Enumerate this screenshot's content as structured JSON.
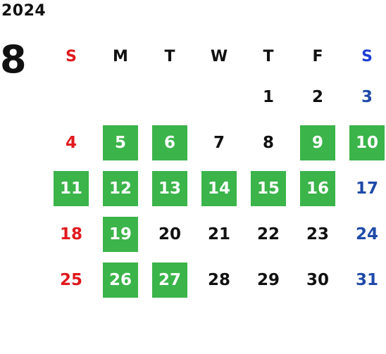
{
  "header": {
    "year": "2024",
    "month": "8"
  },
  "weekdays": [
    "S",
    "M",
    "T",
    "W",
    "T",
    "F",
    "S"
  ],
  "colors": {
    "highlight": "#3bb44a",
    "sunday": "#e0191e",
    "saturday": "#1f4aa8"
  },
  "weeks": [
    [
      {
        "d": ""
      },
      {
        "d": ""
      },
      {
        "d": ""
      },
      {
        "d": ""
      },
      {
        "d": "1"
      },
      {
        "d": "2"
      },
      {
        "d": "3"
      }
    ],
    [
      {
        "d": "4"
      },
      {
        "d": "5",
        "m": true
      },
      {
        "d": "6",
        "m": true
      },
      {
        "d": "7"
      },
      {
        "d": "8"
      },
      {
        "d": "9",
        "m": true
      },
      {
        "d": "10",
        "m": true
      }
    ],
    [
      {
        "d": "11",
        "m": true
      },
      {
        "d": "12",
        "m": true
      },
      {
        "d": "13",
        "m": true
      },
      {
        "d": "14",
        "m": true
      },
      {
        "d": "15",
        "m": true
      },
      {
        "d": "16",
        "m": true
      },
      {
        "d": "17"
      }
    ],
    [
      {
        "d": "18"
      },
      {
        "d": "19",
        "m": true
      },
      {
        "d": "20"
      },
      {
        "d": "21"
      },
      {
        "d": "22"
      },
      {
        "d": "23"
      },
      {
        "d": "24"
      }
    ],
    [
      {
        "d": "25"
      },
      {
        "d": "26",
        "m": true
      },
      {
        "d": "27",
        "m": true
      },
      {
        "d": "28"
      },
      {
        "d": "29"
      },
      {
        "d": "30"
      },
      {
        "d": "31"
      }
    ]
  ]
}
